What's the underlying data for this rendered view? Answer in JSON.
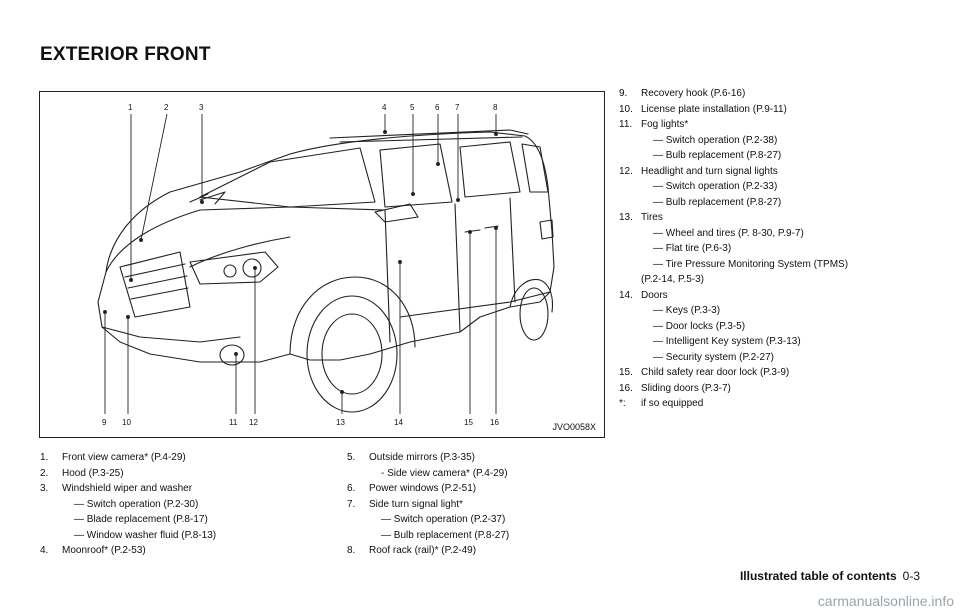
{
  "page_title": "EXTERIOR FRONT",
  "figure": {
    "id": "JVO0058X",
    "callouts": [
      "1",
      "2",
      "3",
      "4",
      "5",
      "6",
      "7",
      "8",
      "9",
      "10",
      "11",
      "12",
      "13",
      "14",
      "15",
      "16"
    ]
  },
  "left_list": [
    {
      "num": "1.",
      "text": "Front view camera* (P.4-29)",
      "subs": []
    },
    {
      "num": "2.",
      "text": "Hood (P.3-25)",
      "subs": []
    },
    {
      "num": "3.",
      "text": "Windshield wiper and washer",
      "subs": [
        "— Switch operation (P.2-30)",
        "— Blade replacement (P.8-17)",
        "— Window washer fluid (P.8-13)"
      ]
    },
    {
      "num": "4.",
      "text": "Moonroof* (P.2-53)",
      "subs": []
    }
  ],
  "middle_list": [
    {
      "num": "5.",
      "text": "Outside mirrors (P.3-35)",
      "subs": [
        "- Side view camera* (P.4-29)"
      ]
    },
    {
      "num": "6.",
      "text": "Power windows (P.2-51)",
      "subs": []
    },
    {
      "num": "7.",
      "text": "Side turn signal light*",
      "subs": [
        "— Switch operation (P.2-37)",
        "— Bulb replacement (P.8-27)"
      ]
    },
    {
      "num": "8.",
      "text": "Roof rack (rail)* (P.2-49)",
      "subs": []
    }
  ],
  "right_list": [
    {
      "num": "9.",
      "text": "Recovery hook (P.6-16)",
      "subs": []
    },
    {
      "num": "10.",
      "text": "License plate installation (P.9-11)",
      "subs": []
    },
    {
      "num": "11.",
      "text": "Fog lights*",
      "subs": [
        "— Switch operation (P.2-38)",
        "— Bulb replacement (P.8-27)"
      ]
    },
    {
      "num": "12.",
      "text": "Headlight and turn signal lights",
      "subs": [
        "— Switch operation (P.2-33)",
        "— Bulb replacement (P.8-27)"
      ]
    },
    {
      "num": "13.",
      "text": "Tires",
      "subs": [
        "— Wheel and tires (P. 8-30, P.9-7)",
        "— Flat tire (P.6-3)",
        "— Tire Pressure Monitoring System (TPMS)"
      ],
      "continuation": "(P.2-14, P.5-3)"
    },
    {
      "num": "14.",
      "text": "Doors",
      "subs": [
        "— Keys (P.3-3)",
        "— Door locks (P.3-5)",
        "— Intelligent Key system (P.3-13)",
        "— Security system (P.2-27)"
      ]
    },
    {
      "num": "15.",
      "text": "Child safety rear door lock (P.3-9)",
      "subs": []
    },
    {
      "num": "16.",
      "text": "Sliding doors (P.3-7)",
      "subs": []
    },
    {
      "num": "*:",
      "text": "if so equipped",
      "subs": []
    }
  ],
  "footer": {
    "section": "Illustrated table of contents",
    "page": "0-3"
  },
  "watermark": "carmanualsonline.info"
}
